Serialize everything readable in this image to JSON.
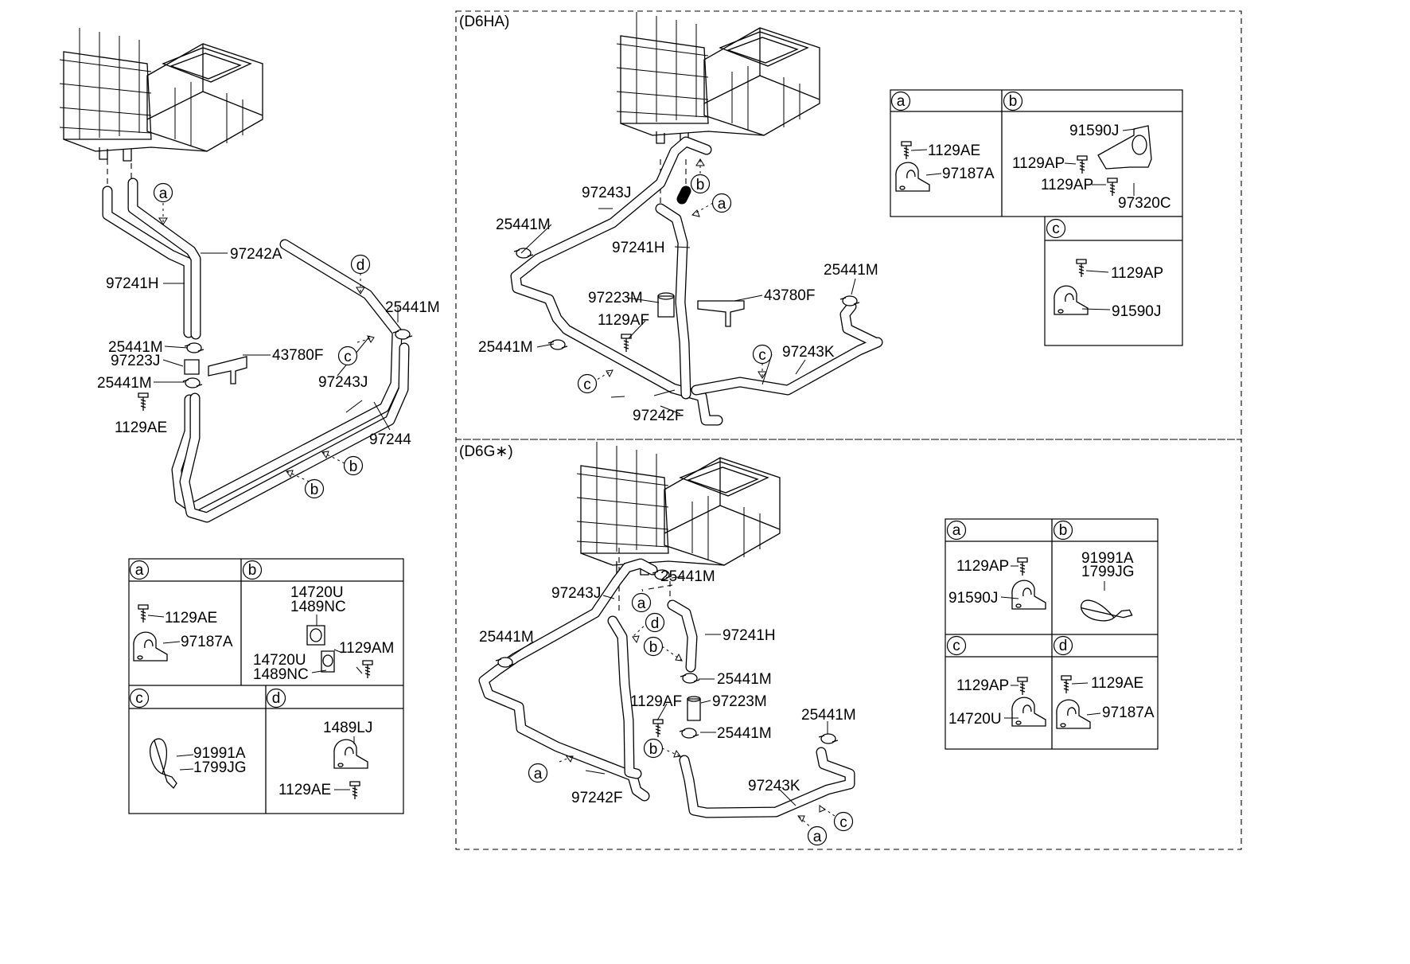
{
  "variants": {
    "d6ha": "(D6HA)",
    "d6g": "(D6G∗)"
  },
  "refs": {
    "a": "a",
    "b": "b",
    "c": "c",
    "d": "d"
  },
  "parts": {
    "p97242A": "97242A",
    "p97241H": "97241H",
    "p25441M": "25441M",
    "p97223J": "97223J",
    "p43780F": "43780F",
    "p1129AE": "1129AE",
    "p97243J": "97243J",
    "p97244": "97244",
    "p97223M": "97223M",
    "p1129AF": "1129AF",
    "p97243K": "97243K",
    "p97242F": "97242F",
    "p97187A": "97187A",
    "p14720U": "14720U",
    "p1489NC": "1489NC",
    "p1129AM": "1129AM",
    "p91991A": "91991A",
    "p1799JG": "1799JG",
    "p1489LJ": "1489LJ",
    "p91590J": "91590J",
    "p1129AP": "1129AP",
    "p97320C": "97320C"
  }
}
